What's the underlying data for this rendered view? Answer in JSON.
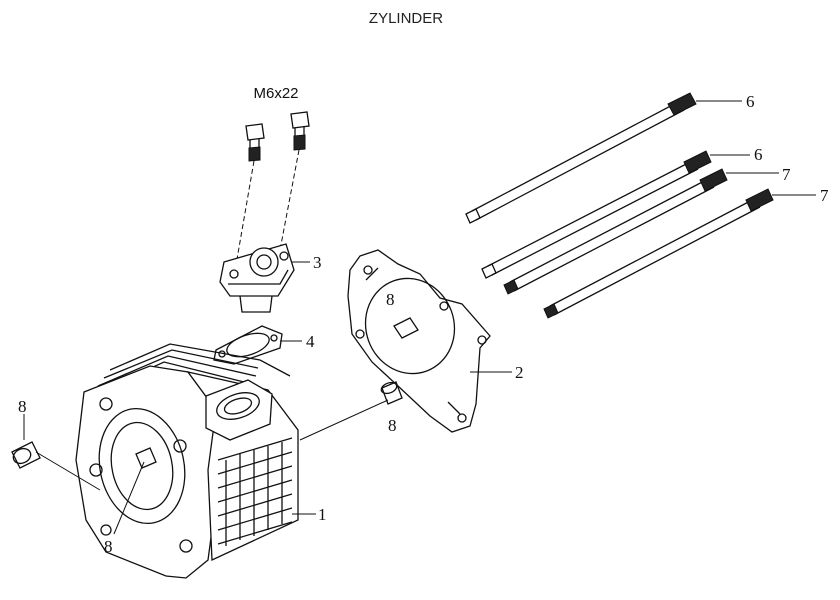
{
  "title": "ZYLINDER",
  "bolt_spec": "M6x22",
  "callouts": {
    "cylinder": "1",
    "gasket": "2",
    "flange": "3",
    "flange_gasket": "4",
    "stud_a": "6",
    "stud_b": "6",
    "stud_c": "7",
    "stud_d": "7",
    "dowel_left": "8",
    "dowel_front": "8",
    "dowel_gasket": "8",
    "dowel_middle": "8"
  }
}
